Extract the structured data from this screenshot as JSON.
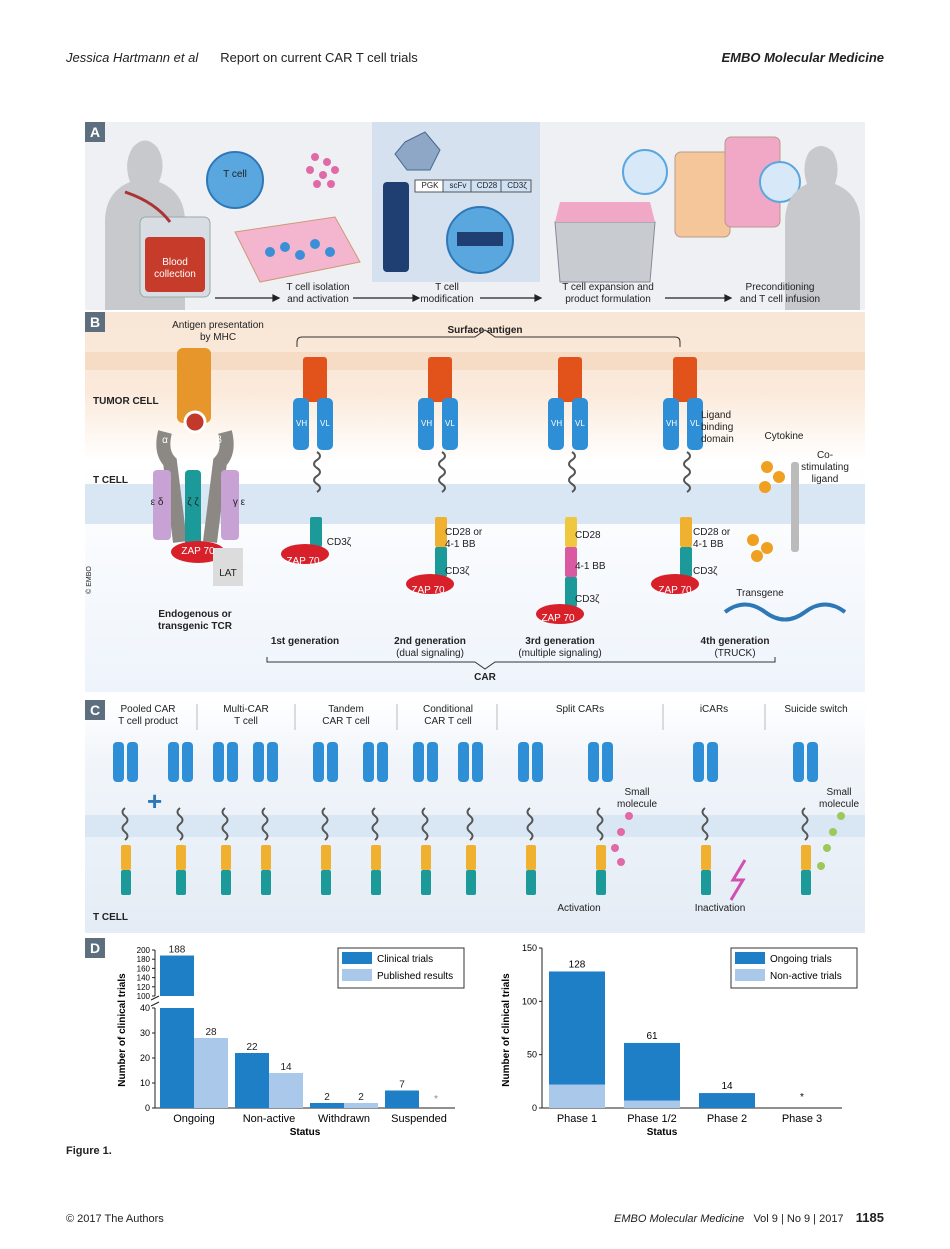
{
  "header": {
    "authors": "Jessica Hartmann et al",
    "article_title": "Report on current CAR T cell trials",
    "journal": "EMBO Molecular Medicine"
  },
  "panel_a": {
    "badge": "A",
    "t_cell_label": "T cell",
    "blood_label": "Blood\ncollection",
    "vector_labels": [
      "PGK",
      "scFv",
      "CD28",
      "CD3ζ"
    ],
    "steps": [
      "T cell isolation\nand activation",
      "T cell\nmodification",
      "T cell expansion and\nproduct formulation",
      "Preconditioning\nand T cell infusion"
    ]
  },
  "panel_b": {
    "badge": "B",
    "antigen_presentation": "Antigen presentation\nby MHC",
    "surface_antigen": "Surface antigen",
    "tumor_cell": "TUMOR CELL",
    "t_cell": "T CELL",
    "alpha": "α",
    "beta": "β",
    "epsilon_delta": "ε δ",
    "zeta_zeta": "ζ ζ",
    "gamma_epsilon": "γ ε",
    "zap70": "ZAP 70",
    "lat": "LAT",
    "embo_credit": "© EMBO",
    "endogenous": "Endogenous or\ntransgenic TCR",
    "vh": "VH",
    "vl": "VL",
    "ligand_binding": "Ligand\nbinding\ndomain",
    "cytokine": "Cytokine",
    "costim_ligand": "Co-\nstimulating\nligand",
    "transgene": "Transgene",
    "cd3z": "CD3ζ",
    "cd28_or_41bb": "CD28 or\n4-1 BB",
    "cd28": "CD28",
    "four1bb": "4-1 BB",
    "generations": [
      {
        "name": "1st generation",
        "sub": ""
      },
      {
        "name": "2nd generation",
        "sub": "(dual signaling)"
      },
      {
        "name": "3rd generation",
        "sub": "(multiple signaling)"
      },
      {
        "name": "4th generation",
        "sub": "(TRUCK)"
      }
    ],
    "car_label": "CAR"
  },
  "panel_c": {
    "badge": "C",
    "columns": [
      "Pooled CAR\nT cell product",
      "Multi-CAR\nT cell",
      "Tandem\nCAR T cell",
      "Conditional\nCAR T cell",
      "Split CARs",
      "iCARs",
      "Suicide switch"
    ],
    "small_molecule": "Small\nmolecule",
    "activation": "Activation",
    "inactivation": "Inactivation",
    "t_cell": "T CELL"
  },
  "panel_d": {
    "badge": "D",
    "colors": {
      "dark": "#1e7fc6",
      "light": "#a9c8ea"
    },
    "chart_data": [
      {
        "type": "bar",
        "title": "",
        "xlabel": "Status",
        "ylabel": "Number of clinical trials",
        "categories": [
          "Ongoing",
          "Non-active",
          "Withdrawn",
          "Suspended"
        ],
        "series": [
          {
            "name": "Clinical trials",
            "values": [
              188,
              22,
              2,
              7
            ],
            "labels": [
              "188",
              "22",
              "2",
              "7"
            ]
          },
          {
            "name": "Published results",
            "values": [
              28,
              14,
              2,
              0
            ],
            "labels": [
              "28",
              "14",
              "2",
              "*"
            ]
          }
        ],
        "y_axis_broken": true,
        "ylim_lower": [
          0,
          40
        ],
        "ylim_upper": [
          100,
          200
        ],
        "yticks_lower": [
          "0",
          "10",
          "20",
          "30",
          "40"
        ],
        "yticks_upper": [
          "100",
          "120",
          "140",
          "160",
          "180",
          "200"
        ],
        "legend_position": "top-right"
      },
      {
        "type": "bar",
        "stacked": true,
        "title": "",
        "xlabel": "Status",
        "ylabel": "Number of clinical trials",
        "categories": [
          "Phase 1",
          "Phase 1/2",
          "Phase 2",
          "Phase 3"
        ],
        "totals": [
          128,
          61,
          14,
          0
        ],
        "total_labels": [
          "128",
          "61",
          "14",
          "*"
        ],
        "series": [
          {
            "name": "Ongoing trials",
            "values": [
              106,
              54,
              14,
              0
            ]
          },
          {
            "name": "Non-active trials",
            "values": [
              22,
              7,
              0,
              0
            ]
          }
        ],
        "ylim": [
          0,
          150
        ],
        "yticks": [
          "0",
          "50",
          "100",
          "150"
        ],
        "legend_position": "top-right"
      }
    ]
  },
  "figure_caption": "Figure 1.",
  "footer": {
    "copyright": "© 2017 The Authors",
    "journal": "EMBO Molecular Medicine",
    "volume": "Vol 9 | No 9 | 2017",
    "page": "1185"
  }
}
